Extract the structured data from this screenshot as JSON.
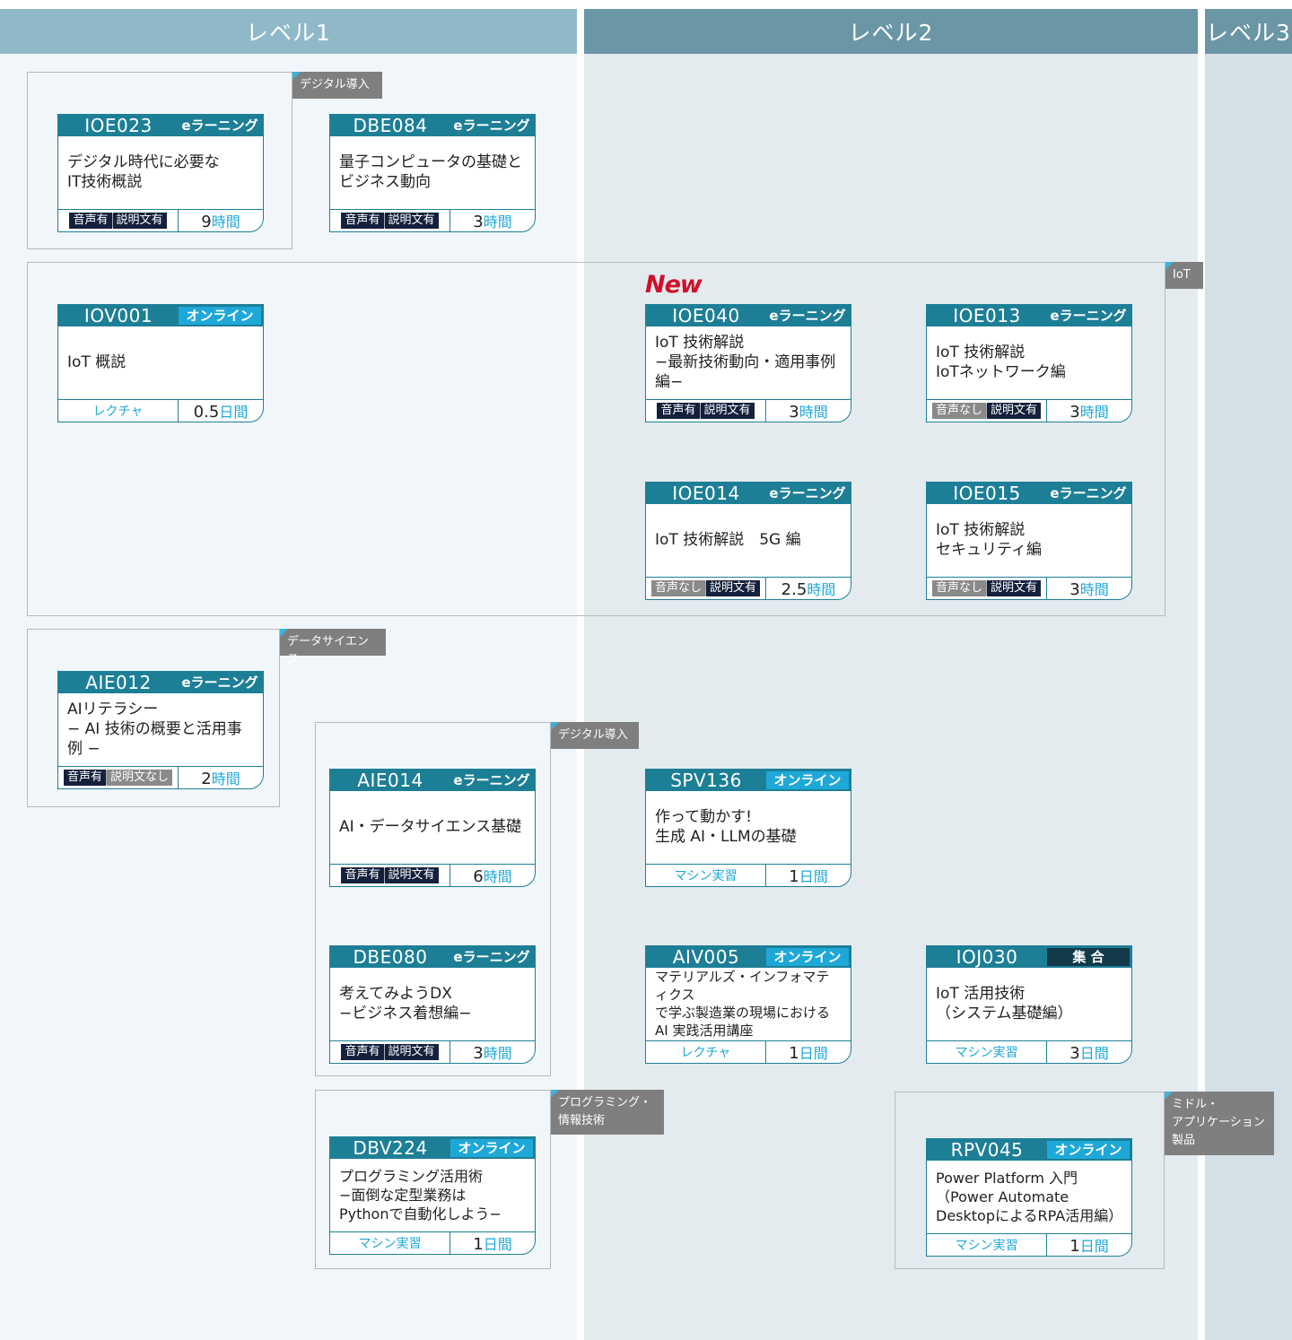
{
  "columns": [
    {
      "label": "レベル1",
      "head_color": "#8fb9c8",
      "bg_color": "#f0f6f9"
    },
    {
      "label": "レベル2",
      "head_color": "#6a96a6",
      "bg_color": "#e4ebef"
    },
    {
      "label": "レベル3",
      "head_color": "#6a96a6",
      "bg_color": "#d5e0e6"
    }
  ],
  "groups": [
    {
      "label": "デジタル導入"
    },
    {
      "label": "IoT"
    },
    {
      "label": "データサイエンス"
    },
    {
      "label": "デジタル導入"
    },
    {
      "label": "プログラミング・\n情報技術"
    },
    {
      "label": "ミドル・\nアプリケーション\n製品"
    }
  ],
  "new_label": "New",
  "cards": [
    {
      "code": "IOE023",
      "type": "eラーニング",
      "title": "デジタル時代に必要な\nIT技術概説",
      "badge1": "音声有",
      "badge2": "説明文有",
      "duration": "9",
      "unit": "時間"
    },
    {
      "code": "DBE084",
      "type": "eラーニング",
      "title": "量子コンピュータの基礎と\nビジネス動向",
      "badge1": "音声有",
      "badge2": "説明文有",
      "duration": "3",
      "unit": "時間"
    },
    {
      "code": "IOV001",
      "type": "オンライン",
      "title": "IoT 概説",
      "method": "レクチャ",
      "duration": "0.5",
      "unit": "日間"
    },
    {
      "code": "IOE040",
      "type": "eラーニング",
      "title": "IoT 技術解説\n−最新技術動向・適用事例編−",
      "badge1": "音声有",
      "badge2": "説明文有",
      "duration": "3",
      "unit": "時間"
    },
    {
      "code": "IOE013",
      "type": "eラーニング",
      "title": "IoT 技術解説\nIoTネットワーク編",
      "badge1": "音声なし",
      "badge2": "説明文有",
      "duration": "3",
      "unit": "時間"
    },
    {
      "code": "IOE014",
      "type": "eラーニング",
      "title": "IoT 技術解説　5G 編",
      "badge1": "音声なし",
      "badge2": "説明文有",
      "duration": "2.5",
      "unit": "時間"
    },
    {
      "code": "IOE015",
      "type": "eラーニング",
      "title": "IoT 技術解説\nセキュリティ編",
      "badge1": "音声なし",
      "badge2": "説明文有",
      "duration": "3",
      "unit": "時間"
    },
    {
      "code": "AIE012",
      "type": "eラーニング",
      "title": "AIリテラシー\n− AI 技術の概要と活用事例 −",
      "badge1": "音声有",
      "badge2": "説明文なし",
      "duration": "2",
      "unit": "時間"
    },
    {
      "code": "AIE014",
      "type": "eラーニング",
      "title": "AI・データサイエンス基礎",
      "badge1": "音声有",
      "badge2": "説明文有",
      "duration": "6",
      "unit": "時間"
    },
    {
      "code": "SPV136",
      "type": "オンライン",
      "title": "作って動かす!\n生成 AI・LLMの基礎",
      "method": "マシン実習",
      "duration": "1",
      "unit": "日間"
    },
    {
      "code": "DBE080",
      "type": "eラーニング",
      "title": "考えてみようDX\n−ビジネス着想編−",
      "badge1": "音声有",
      "badge2": "説明文有",
      "duration": "3",
      "unit": "時間"
    },
    {
      "code": "AIV005",
      "type": "オンライン",
      "title": "マテリアルズ・インフォマティクス\nで学ぶ製造業の現場における\nAI 実践活用講座",
      "method": "レクチャ",
      "duration": "1",
      "unit": "日間"
    },
    {
      "code": "IOJ030",
      "type": "集 合",
      "title": "IoT 活用技術\n（システム基礎編）",
      "method": "マシン実習",
      "duration": "3",
      "unit": "日間"
    },
    {
      "code": "DBV224",
      "type": "オンライン",
      "title": "プログラミング活用術\n−面倒な定型業務は\nPythonで自動化しよう−",
      "method": "マシン実習",
      "duration": "1",
      "unit": "日間"
    },
    {
      "code": "RPV045",
      "type": "オンライン",
      "title": "Power Platform 入門\n（Power Automate\nDesktopによるRPA活用編）",
      "method": "マシン実習",
      "duration": "1",
      "unit": "日間"
    }
  ]
}
